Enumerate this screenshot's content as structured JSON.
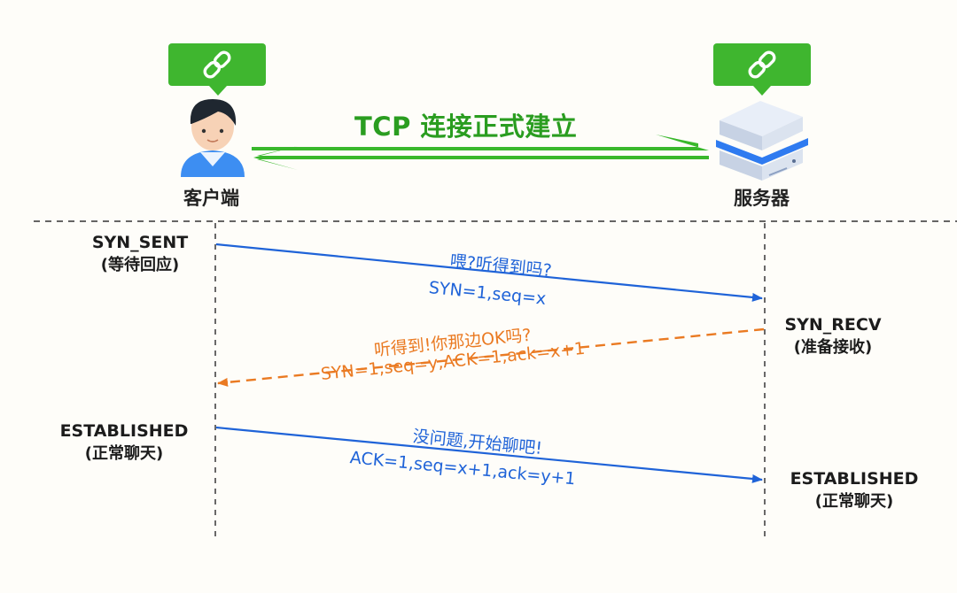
{
  "title": "TCP 连接正式建立",
  "client": {
    "name": "客户端",
    "icon": "person-icon"
  },
  "server": {
    "name": "服务器",
    "icon": "server-icon"
  },
  "link_icon": "chain-link-icon",
  "client_states": [
    {
      "main": "SYN_SENT",
      "sub": "(等待回应)"
    },
    {
      "main": "ESTABLISHED",
      "sub": "(正常聊天)"
    }
  ],
  "server_states": [
    {
      "main": "SYN_RECV",
      "sub": "(准备接收)"
    },
    {
      "main": "ESTABLISHED",
      "sub": "(正常聊天)"
    }
  ],
  "messages": [
    {
      "text": "喂?听得到吗?",
      "detail": "SYN=1,seq=x",
      "direction": "client-to-server",
      "color": "#1f63d8"
    },
    {
      "text": "听得到!你那边OK吗?",
      "detail": "SYN=1,seq=y,ACK=1,ack=x+1",
      "direction": "server-to-client",
      "color": "#ea7a22"
    },
    {
      "text": "没问题,开始聊吧!",
      "detail": "ACK=1,seq=x+1,ack=y+1",
      "direction": "client-to-server",
      "color": "#1f63d8"
    }
  ],
  "colors": {
    "green": "#39b82c",
    "blue": "#1f63d8",
    "orange": "#ea7a22"
  }
}
